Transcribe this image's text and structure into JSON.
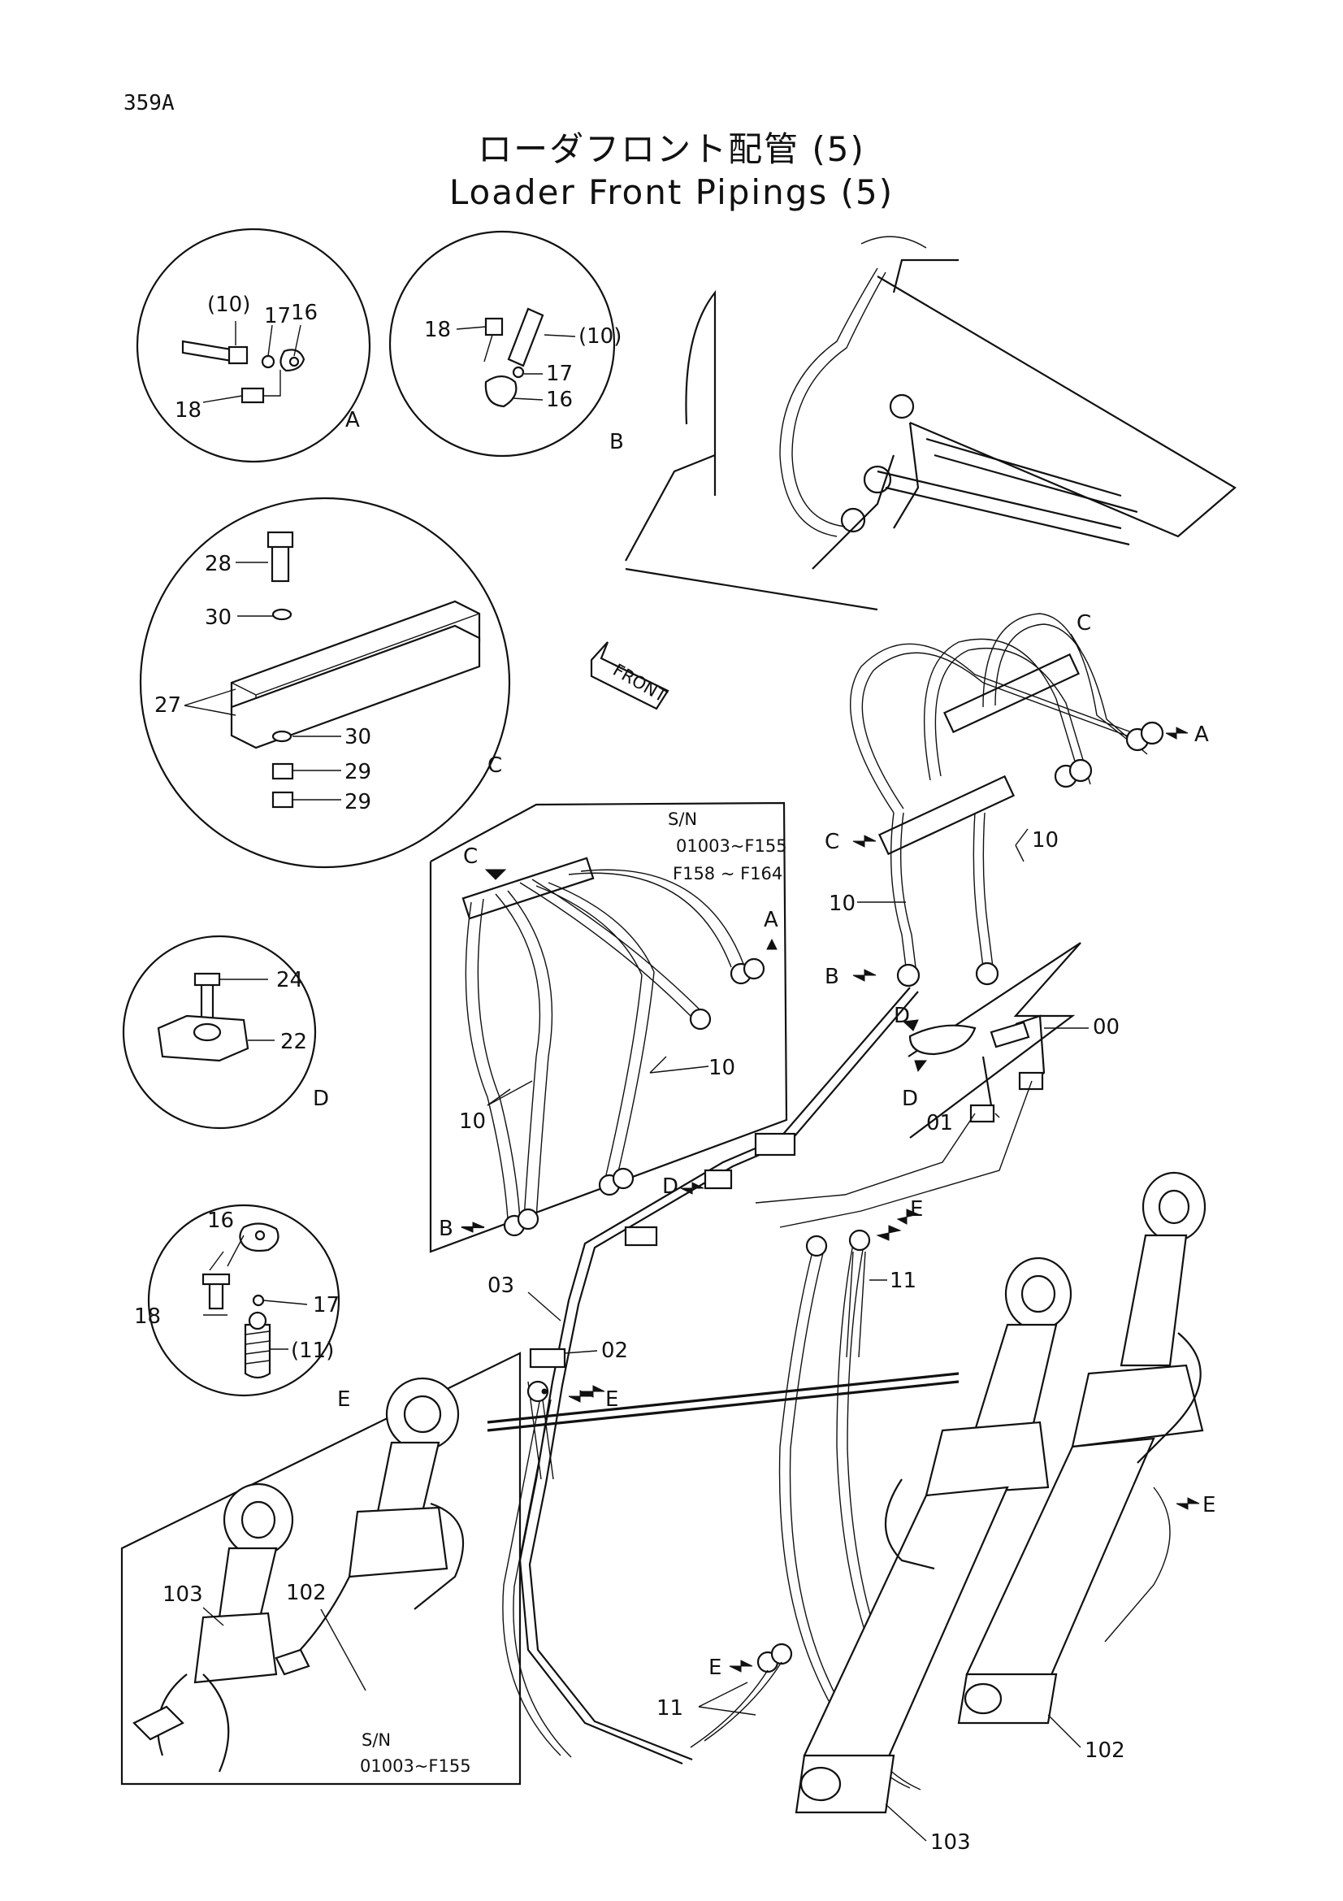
{
  "page_number": "359A",
  "title_jp": "ローダフロント配管 (5)",
  "title_en": "Loader Front Pipings (5)",
  "front_arrow_label": "FRONT",
  "detail_views": {
    "A": {
      "letter": "A",
      "labels": [
        "(10)",
        "17",
        "16",
        "18"
      ]
    },
    "B": {
      "letter": "B",
      "labels": [
        "18",
        "(10)",
        "17",
        "16"
      ]
    },
    "C": {
      "letter": "C",
      "labels": [
        "28",
        "30",
        "27",
        "30",
        "29",
        "29"
      ]
    },
    "D": {
      "letter": "D",
      "labels": [
        "24",
        "22"
      ]
    },
    "E": {
      "letter": "E",
      "labels": [
        "16",
        "18",
        "17",
        "(11)"
      ]
    }
  },
  "inset_hoses": {
    "serial_line1": "S/N",
    "serial_line2": "01003~F155",
    "serial_line3": "F158 ~ F164",
    "labels": [
      "C",
      "A",
      "10",
      "10",
      "B"
    ]
  },
  "inset_cylinders": {
    "serial_line1": "S/N",
    "serial_line2": "01003~F155",
    "labels": [
      "103",
      "102"
    ]
  },
  "main_labels": {
    "C_top": "C",
    "A": "A",
    "C_mid": "C",
    "h10_right": "10",
    "h10_left": "10",
    "B": "B",
    "D_top": "D",
    "p00": "00",
    "D_bot": "D",
    "p01": "01",
    "D_mid": "D",
    "E_top": "E",
    "h11_top": "11",
    "p03": "03",
    "p02": "02",
    "E_mid": "E",
    "E_right": "E",
    "E_low": "E",
    "h11_low": "11",
    "c102": "102",
    "c103": "103"
  }
}
